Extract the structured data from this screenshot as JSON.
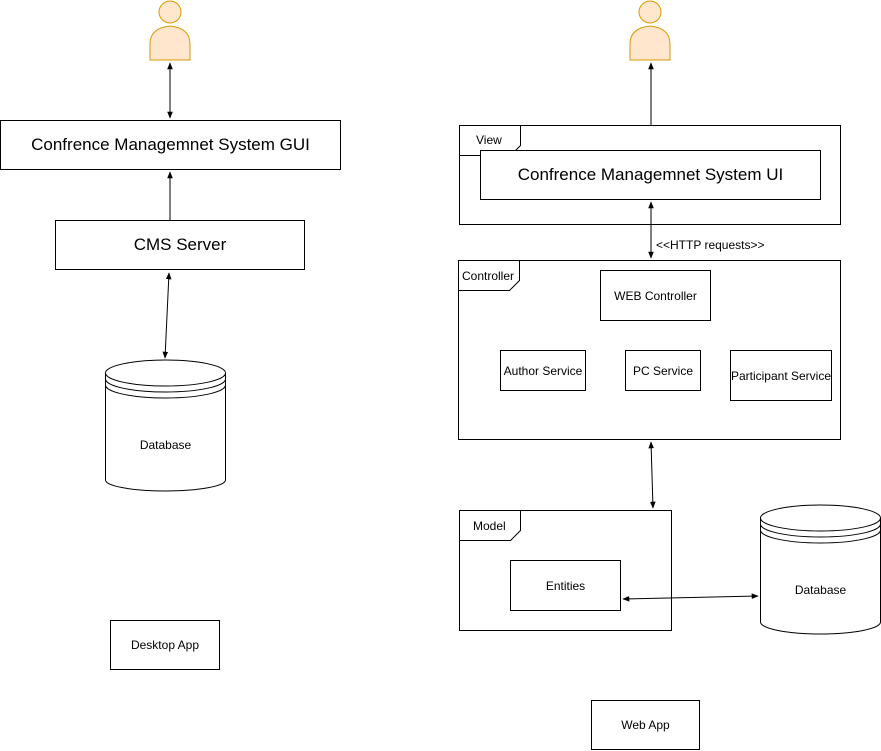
{
  "colors": {
    "actor_fill": "#ffe6cc",
    "actor_stroke": "#d79b00",
    "line": "#000000"
  },
  "desktop": {
    "gui_label": "Confrence Managemnet System GUI",
    "server_label": "CMS Server",
    "database_label": "Database",
    "app_label": "Desktop App"
  },
  "web": {
    "view_tag": "View",
    "ui_label": "Confrence Managemnet System UI",
    "http_label": "<<HTTP requests>>",
    "controller_tag": "Controller",
    "web_controller_label": "WEB Controller",
    "author_service_label": "Author Service",
    "pc_service_label": "PC Service",
    "participant_service_label": "Participant Service",
    "model_tag": "Model",
    "entities_label": "Entities",
    "database_label": "Database",
    "app_label": "Web App"
  },
  "icons": {
    "actor": "user-actor-icon",
    "database": "database-cylinder-icon"
  }
}
